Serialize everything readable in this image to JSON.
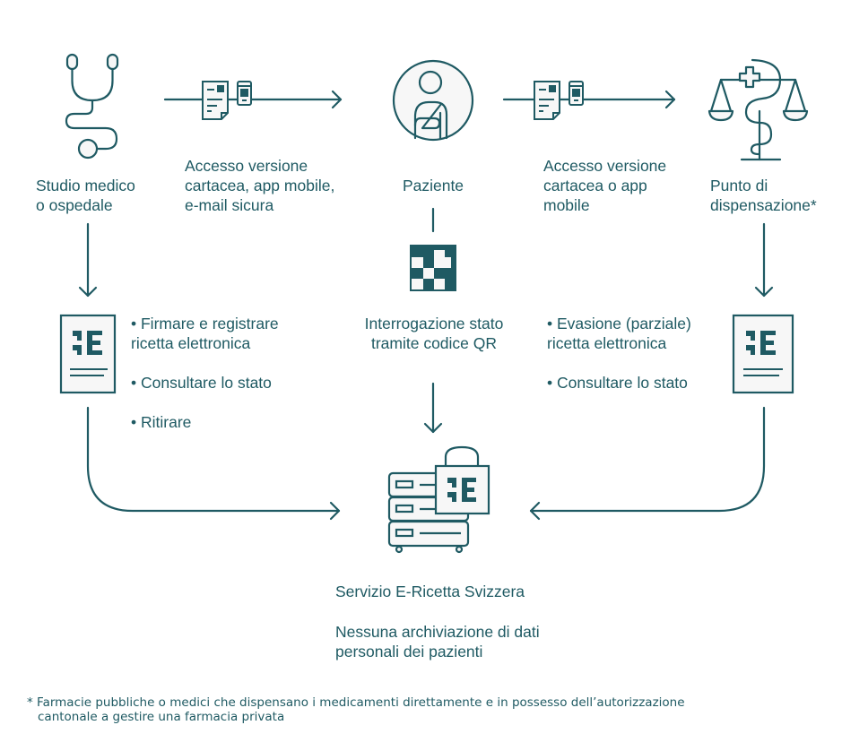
{
  "colors": {
    "primary": "#1f5a63",
    "fill": "#f7f7f7",
    "background": "#ffffff"
  },
  "nodes": {
    "doctor": {
      "icon": "stethoscope-icon",
      "line1": "Studio medico",
      "line2": "o ospedale"
    },
    "patient": {
      "icon": "patient-icon",
      "label": "Paziente"
    },
    "pharmacy": {
      "icon": "scales-caduceus-icon",
      "line1": "Punto di",
      "line2": "dispensazione*"
    },
    "service": {
      "icon": "server-lock-icon",
      "title": "Servizio E-Ricetta Svizzera",
      "note_line1": "Nessuna archiviazione di dati",
      "note_line2": "personali dei pazienti"
    }
  },
  "flows": {
    "doctor_to_patient": {
      "icon": "paper-and-phone-icon",
      "line1": "Accesso versione",
      "line2": "cartacea, app mobile,",
      "line3": "e-mail sicura"
    },
    "patient_to_pharmacy": {
      "icon": "paper-and-phone-icon",
      "line1": "Accesso versione",
      "line2": "cartacea o app",
      "line3": "mobile"
    },
    "patient_to_service": {
      "icon": "qr-code-icon",
      "line1": "Interrogazione stato",
      "line2": "tramite codice QR"
    }
  },
  "doctor_actions": {
    "icon": "e-prescription-icon",
    "items": [
      "• Firmare e registrare",
      "ricetta elettronica",
      "• Consultare lo stato",
      "• Ritirare"
    ]
  },
  "pharmacy_actions": {
    "icon": "e-prescription-icon",
    "items": [
      "• Evasione (parziale)",
      "ricetta elettronica",
      "• Consultare lo stato"
    ]
  },
  "footnote": {
    "line1": "* Farmacie pubbliche o medici che dispensano i medicamenti direttamente e in possesso dell’autorizzazione",
    "line2": "cantonale a gestire una farmacia privata"
  }
}
